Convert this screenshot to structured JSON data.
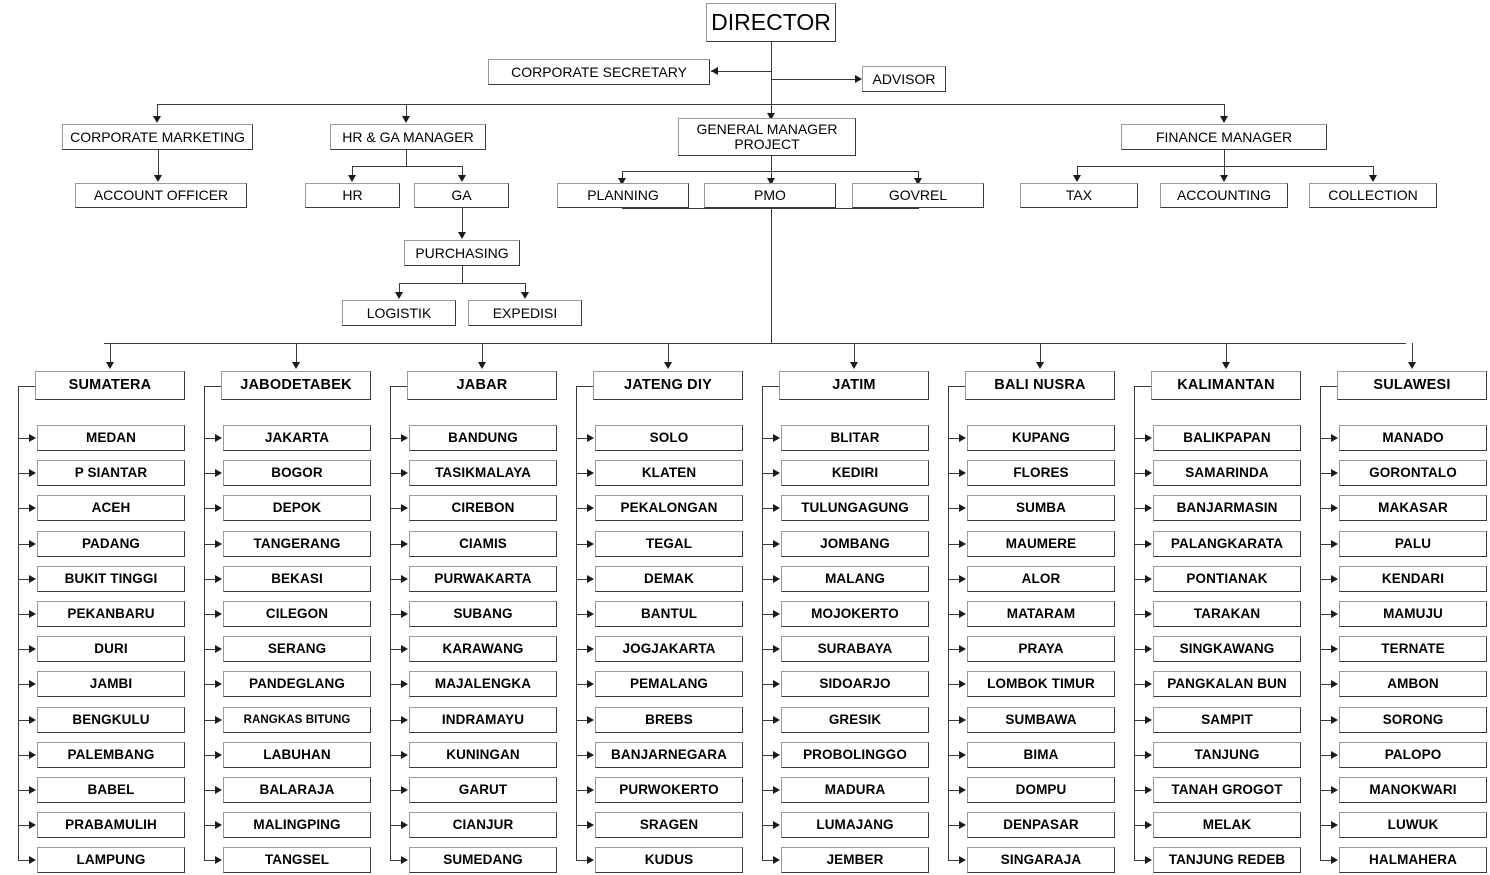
{
  "top": {
    "director": "DIRECTOR",
    "corporate_secretary": "CORPORATE SECRETARY",
    "advisor": "ADVISOR",
    "corporate_marketing": "CORPORATE MARKETING",
    "account_officer": "ACCOUNT OFFICER",
    "hr_ga_manager": "HR & GA MANAGER",
    "hr": "HR",
    "ga": "GA",
    "purchasing": "PURCHASING",
    "logistik": "LOGISTIK",
    "expedisi": "EXPEDISI",
    "general_manager_project": "GENERAL MANAGER PROJECT",
    "planning": "PLANNING",
    "pmo": "PMO",
    "govrel": "GOVREL",
    "finance_manager": "FINANCE  MANAGER",
    "tax": "TAX",
    "accounting": "ACCOUNTING",
    "collection": "COLLECTION"
  },
  "regions": [
    {
      "name": "SUMATERA",
      "cities": [
        "MEDAN",
        "P SIANTAR",
        "ACEH",
        "PADANG",
        "BUKIT TINGGI",
        "PEKANBARU",
        "DURI",
        "JAMBI",
        "BENGKULU",
        "PALEMBANG",
        "BABEL",
        "PRABAMULIH",
        "LAMPUNG"
      ]
    },
    {
      "name": "JABODETABEK",
      "cities": [
        "JAKARTA",
        "BOGOR",
        "DEPOK",
        "TANGERANG",
        "BEKASI",
        "CILEGON",
        "SERANG",
        "PANDEGLANG",
        "RANGKAS BITUNG",
        "LABUHAN",
        "BALARAJA",
        "MALINGPING",
        "TANGSEL"
      ]
    },
    {
      "name": "JABAR",
      "cities": [
        "BANDUNG",
        "TASIKMALAYA",
        "CIREBON",
        "CIAMIS",
        "PURWAKARTA",
        "SUBANG",
        "KARAWANG",
        "MAJALENGKA",
        "INDRAMAYU",
        "KUNINGAN",
        "GARUT",
        "CIANJUR",
        "SUMEDANG"
      ]
    },
    {
      "name": "JATENG DIY",
      "cities": [
        "SOLO",
        "KLATEN",
        "PEKALONGAN",
        "TEGAL",
        "DEMAK",
        "BANTUL",
        "JOGJAKARTA",
        "PEMALANG",
        "BREBS",
        "BANJARNEGARA",
        "PURWOKERTO",
        "SRAGEN",
        "KUDUS"
      ]
    },
    {
      "name": "JATIM",
      "cities": [
        "BLITAR",
        "KEDIRI",
        "TULUNGAGUNG",
        "JOMBANG",
        "MALANG",
        "MOJOKERTO",
        "SURABAYA",
        "SIDOARJO",
        "GRESIK",
        "PROBOLINGGO",
        "MADURA",
        "LUMAJANG",
        "JEMBER"
      ]
    },
    {
      "name": "BALI NUSRA",
      "cities": [
        "KUPANG",
        "FLORES",
        "SUMBA",
        "MAUMERE",
        "ALOR",
        "MATARAM",
        "PRAYA",
        "LOMBOK TIMUR",
        "SUMBAWA",
        "BIMA",
        "DOMPU",
        "DENPASAR",
        "SINGARAJA"
      ]
    },
    {
      "name": "KALIMANTAN",
      "cities": [
        "BALIKPAPAN",
        "SAMARINDA",
        "BANJARMASIN",
        "PALANGKARATA",
        "PONTIANAK",
        "TARAKAN",
        "SINGKAWANG",
        "PANGKALAN BUN",
        "SAMPIT",
        "TANJUNG",
        "TANAH GROGOT",
        "MELAK",
        "TANJUNG REDEB"
      ]
    },
    {
      "name": "SULAWESI",
      "cities": [
        "MANADO",
        "GORONTALO",
        "MAKASAR",
        "PALU",
        "KENDARI",
        "MAMUJU",
        "TERNATE",
        "AMBON",
        "SORONG",
        "PALOPO",
        "MANOKWARI",
        "LUWUK",
        "HALMAHERA"
      ]
    }
  ],
  "colors": {
    "line": "#3a3a3a",
    "border": "#3a3a3a",
    "text": "#000000",
    "background": "#ffffff"
  }
}
